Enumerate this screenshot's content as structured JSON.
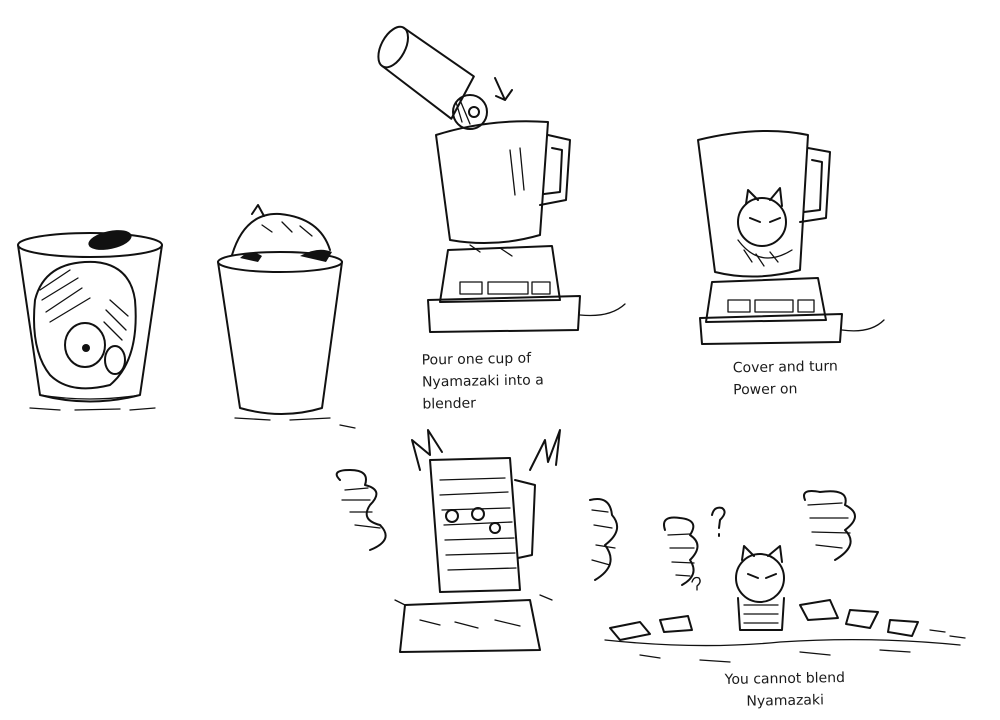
{
  "drawing": {
    "panels": [
      {
        "caption": ""
      },
      {
        "caption": ""
      },
      {
        "caption": "Pour one cup of\nNyamazaki into a\nblender"
      },
      {
        "caption": "Cover and turn\nPower on"
      },
      {
        "caption": ""
      },
      {
        "caption": "You cannot blend\nNyamazaki"
      }
    ],
    "ink_color": "#111111",
    "paper_color": "#ffffff"
  }
}
